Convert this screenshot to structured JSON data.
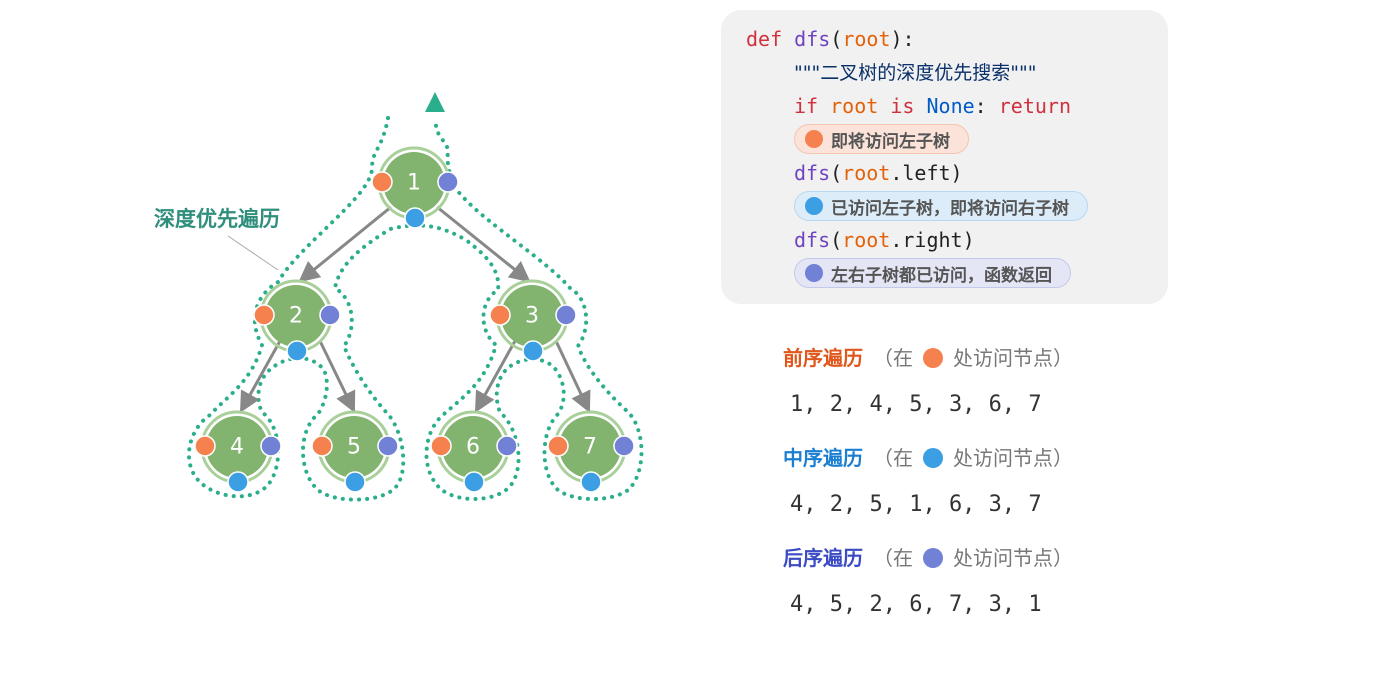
{
  "tree": {
    "label": "深度优先遍历",
    "nodes": [
      "1",
      "2",
      "3",
      "4",
      "5",
      "6",
      "7"
    ]
  },
  "colors": {
    "node_fill": "#82b36f",
    "path": "#2bae8c",
    "pre": "#f5814f",
    "in": "#3c9fe4",
    "post": "#7181d5",
    "pre_title": "#e0561b",
    "in_title": "#1a7fd1",
    "post_title": "#3a4bc4"
  },
  "code": {
    "l1": {
      "kw": "def",
      "fn": "dfs",
      "open": "(",
      "arg": "root",
      "close": "):"
    },
    "l2": "\"\"\"二叉树的深度优先搜索\"\"\"",
    "l3": {
      "kw1": "if",
      "arg": "root",
      "kw2": "is",
      "none": "None",
      "colon": ":",
      "kw3": "return"
    },
    "pill1": "即将访问左子树",
    "l4": {
      "fn": "dfs",
      "open": "(",
      "arg": "root",
      "rest": ".left)"
    },
    "pill2": "已访问左子树，即将访问右子树",
    "l5": {
      "fn": "dfs",
      "open": "(",
      "arg": "root",
      "rest": ".right)"
    },
    "pill3": "左右子树都已访问，函数返回"
  },
  "orders": [
    {
      "name": "前序遍历",
      "pre": "（在",
      "post": "处访问节点）",
      "sequence": "1, 2, 4, 5, 3, 6, 7"
    },
    {
      "name": "中序遍历",
      "pre": "（在",
      "post": "处访问节点）",
      "sequence": "4, 2, 5, 1, 6, 3, 7"
    },
    {
      "name": "后序遍历",
      "pre": "（在",
      "post": "处访问节点）",
      "sequence": "4, 5, 2, 6, 7, 3, 1"
    }
  ]
}
